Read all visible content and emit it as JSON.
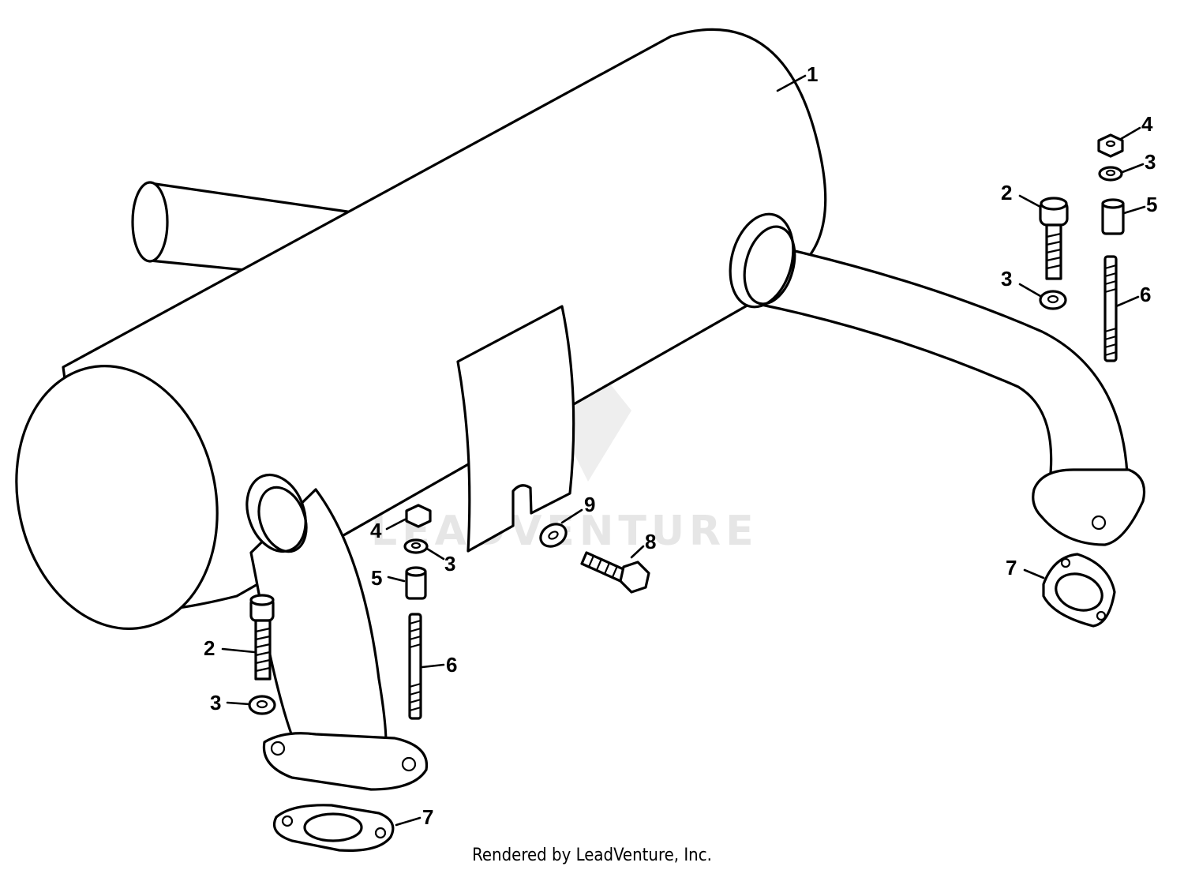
{
  "watermark_text": "LEADVENTURE",
  "credit_text": "Rendered by LeadVenture, Inc.",
  "callouts": {
    "muffler": "1",
    "screw_left": "2",
    "screw_right": "2",
    "washer_screw_left": "3",
    "washer_stud_left": "3",
    "washer_screw_right": "3",
    "washer_stud_right": "3",
    "nut_left": "4",
    "nut_right": "4",
    "spacer_left": "5",
    "spacer_right": "5",
    "stud_left": "6",
    "stud_right": "6",
    "gasket_left": "7",
    "gasket_right": "7",
    "bolt": "8",
    "washer_shield": "9"
  }
}
